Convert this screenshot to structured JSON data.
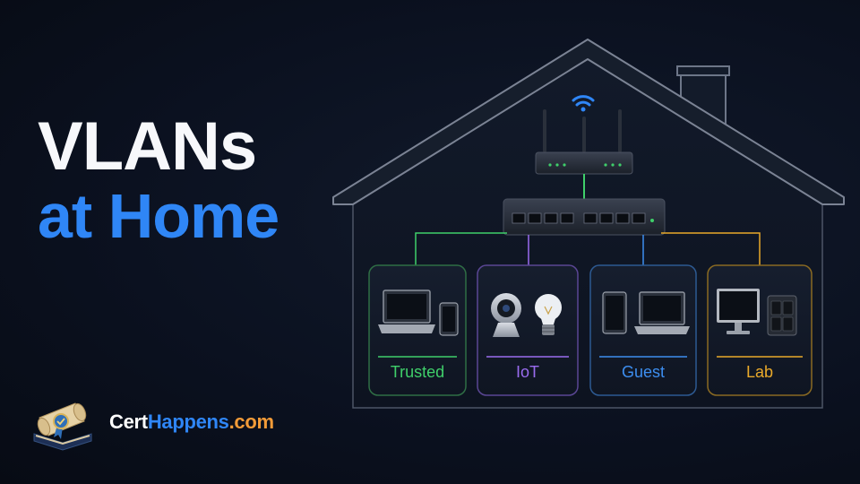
{
  "title": {
    "line1": "VLANs",
    "line2": "at Home"
  },
  "brand": {
    "part1": "Cert",
    "part2": "Happens",
    "part3": ".com",
    "icon": "scroll-book-icon"
  },
  "colors": {
    "title_white": "#f7f8fb",
    "title_blue": "#2f86f6",
    "trusted": "#3fcf6a",
    "iot": "#9a6cf0",
    "guest": "#3d8ef0",
    "lab": "#e9a92a",
    "house_outline": "#6d7688"
  },
  "segments": [
    {
      "key": "trusted",
      "label": "Trusted",
      "icons": [
        "laptop-icon",
        "phone-icon"
      ]
    },
    {
      "key": "iot",
      "label": "IoT",
      "icons": [
        "camera-icon",
        "lightbulb-icon"
      ]
    },
    {
      "key": "guest",
      "label": "Guest",
      "icons": [
        "tablet-icon",
        "laptop-icon"
      ]
    },
    {
      "key": "lab",
      "label": "Lab",
      "icons": [
        "monitor-icon",
        "server-icon"
      ]
    }
  ]
}
